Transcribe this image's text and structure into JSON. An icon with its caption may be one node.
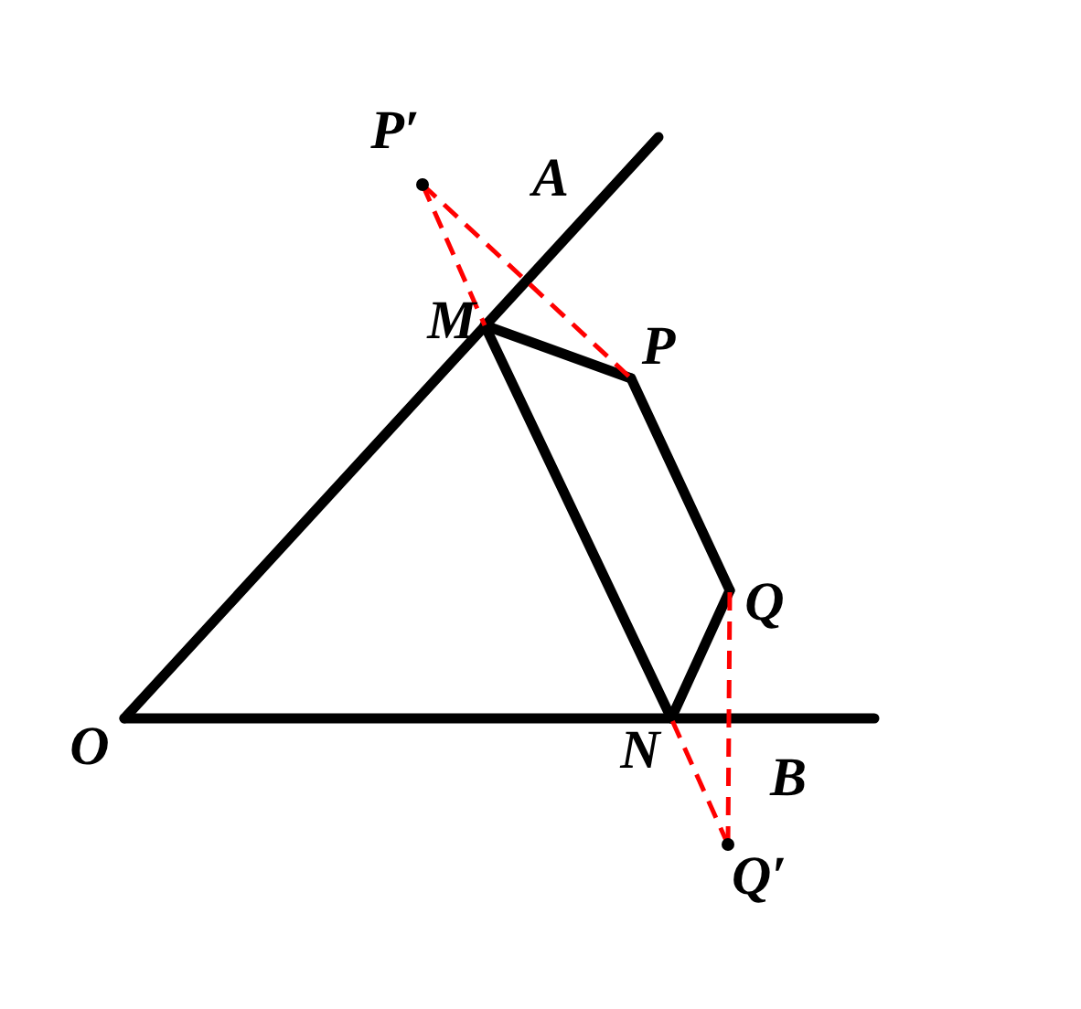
{
  "diagram": {
    "nodes": [
      {
        "text": [
          "O"
        ]
      },
      {
        "text": [
          "M"
        ]
      },
      {
        "text": [
          "P"
        ]
      },
      {
        "text": [
          "Q"
        ]
      },
      {
        "text": [
          "N"
        ]
      },
      {
        "text": [
          "P′"
        ]
      },
      {
        "text": [
          "Q′"
        ]
      }
    ],
    "edges": [
      {
        "from": 0,
        "to": null,
        "arrow": "none"
      },
      {
        "from": 0,
        "to": null,
        "arrow": "none"
      },
      {
        "from": 1,
        "to": 2,
        "arrow": "none"
      },
      {
        "from": 2,
        "to": 3,
        "arrow": "none"
      },
      {
        "from": 3,
        "to": 4,
        "arrow": "none"
      },
      {
        "from": 4,
        "to": 1,
        "arrow": "none"
      },
      {
        "from": 5,
        "to": 1,
        "arrow": "none",
        "style": "dashed",
        "color": "#ff0000"
      },
      {
        "from": 5,
        "to": 2,
        "arrow": "none",
        "style": "dashed",
        "color": "#ff0000"
      },
      {
        "from": 6,
        "to": 4,
        "arrow": "none",
        "style": "dashed",
        "color": "#ff0000"
      },
      {
        "from": 6,
        "to": 3,
        "arrow": "none",
        "style": "dashed",
        "color": "#ff0000"
      }
    ],
    "labels": [
      "A",
      "B"
    ]
  }
}
